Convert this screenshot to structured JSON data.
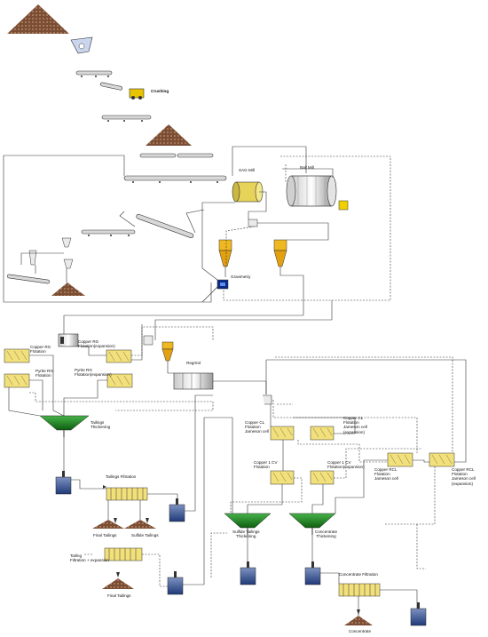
{
  "labels": {
    "crushing": "Crushing",
    "sag_mill": "SAG Mill",
    "ball_mill": "Ball Mill",
    "gravimetry": "Gravimetry",
    "copper_rg_flotation": [
      "Copper RG",
      "Flotation"
    ],
    "copper_rg_flotation_exp": [
      "Copper RG",
      "Flotation(expansion)"
    ],
    "pyrite_rg_flotation": [
      "Pyrite RG",
      "Flotation"
    ],
    "pyrite_rg_flotation_exp": [
      "Pyrite RG",
      "Flotation(expansion)"
    ],
    "regrind": "Regrind",
    "tailings_thickening": [
      "Tailings",
      "Thickening"
    ],
    "tailings_filtration": "Tailings Filtration",
    "final_tailings": "Final Tailings",
    "sulfide_tailings": "Sulfide Tailings",
    "tailing_filtration_expansion": [
      "Tailing",
      "Filtration + expansion"
    ],
    "final_tailings_2": "Final Tailings",
    "copper_cl_jameson": [
      "Copper CL",
      "Flotation",
      "Jameson cell"
    ],
    "copper_cl_jameson_exp": [
      "Copper CL",
      "Flotation",
      "Jameson cell",
      "(expansion)"
    ],
    "copper_cv_flotation": [
      "Copper 1 CV",
      "Flotation"
    ],
    "copper_cv_flotation_exp": [
      "Copper 1 CV",
      "Flotation(expansion)"
    ],
    "copper_rcl_jameson": [
      "Copper RCL",
      "Flotation",
      "Jameson cell"
    ],
    "copper_rcl_jameson_exp": [
      "Copper RCL",
      "Flotation",
      "Jameson cell",
      "(expansion)"
    ],
    "sulfide_tailings_thickening": [
      "Sulfide Tailings",
      "Thickening"
    ],
    "concentrate_thickening": [
      "Concentrate",
      "Thickening"
    ],
    "concentrate_filtration": "Concentrate Filtration",
    "concentrate": "Concentrate"
  },
  "colors": {
    "stockpile": "#8a5a3c",
    "conveyor": "#6b6b6b",
    "sag_mill": "#e6d35a",
    "cyclone": "#f0b820",
    "thickener": "#1f8a22",
    "flotation_cell": "#f2e07a",
    "tank": "#2a4a8f",
    "lines": "#333333"
  }
}
